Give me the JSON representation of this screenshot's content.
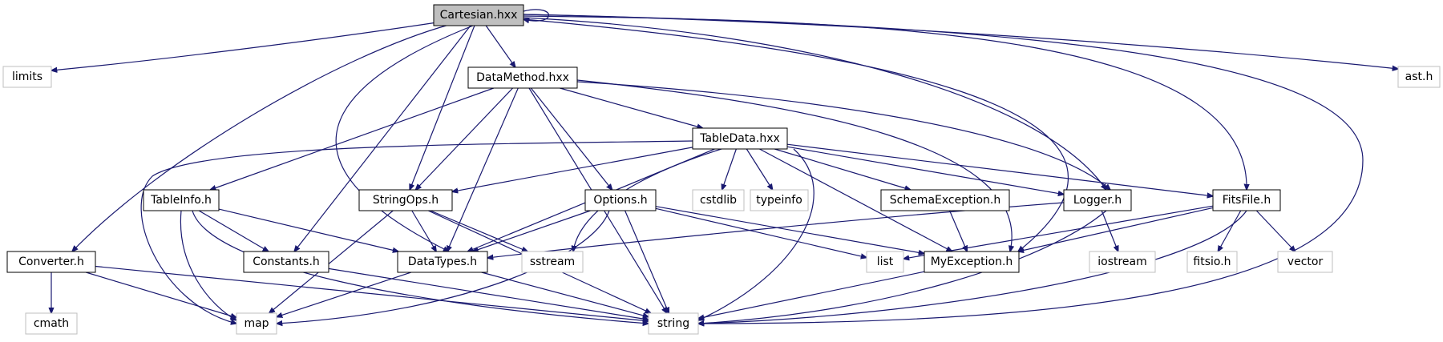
{
  "graph": {
    "root": "Cartesian.hxx",
    "colors": {
      "edge": "#191970",
      "root_fill": "#bfbfbf",
      "node_border": "#000000",
      "external_border": "#bfbfbf"
    },
    "nodes": [
      {
        "id": "cartesian",
        "label": "Cartesian.hxx",
        "kind": "root"
      },
      {
        "id": "limits",
        "label": "limits",
        "kind": "external"
      },
      {
        "id": "datamethod",
        "label": "DataMethod.hxx",
        "kind": "file"
      },
      {
        "id": "ast",
        "label": "ast.h",
        "kind": "external"
      },
      {
        "id": "tabledata",
        "label": "TableData.hxx",
        "kind": "file"
      },
      {
        "id": "tableinfo",
        "label": "TableInfo.h",
        "kind": "file"
      },
      {
        "id": "stringops",
        "label": "StringOps.h",
        "kind": "file"
      },
      {
        "id": "options",
        "label": "Options.h",
        "kind": "file"
      },
      {
        "id": "cstdlib",
        "label": "cstdlib",
        "kind": "external"
      },
      {
        "id": "typeinfo",
        "label": "typeinfo",
        "kind": "external"
      },
      {
        "id": "schemaexception",
        "label": "SchemaException.h",
        "kind": "file"
      },
      {
        "id": "logger",
        "label": "Logger.h",
        "kind": "file"
      },
      {
        "id": "fitsfile",
        "label": "FitsFile.h",
        "kind": "file"
      },
      {
        "id": "converter",
        "label": "Converter.h",
        "kind": "file"
      },
      {
        "id": "constants",
        "label": "Constants.h",
        "kind": "file"
      },
      {
        "id": "datatypes",
        "label": "DataTypes.h",
        "kind": "file"
      },
      {
        "id": "sstream",
        "label": "sstream",
        "kind": "external"
      },
      {
        "id": "list",
        "label": "list",
        "kind": "external"
      },
      {
        "id": "myexception",
        "label": "MyException.h",
        "kind": "file"
      },
      {
        "id": "iostream",
        "label": "iostream",
        "kind": "external"
      },
      {
        "id": "fitsio",
        "label": "fitsio.h",
        "kind": "external"
      },
      {
        "id": "vector",
        "label": "vector",
        "kind": "external"
      },
      {
        "id": "cmath",
        "label": "cmath",
        "kind": "external"
      },
      {
        "id": "map",
        "label": "map",
        "kind": "external"
      },
      {
        "id": "string",
        "label": "string",
        "kind": "external"
      }
    ],
    "edges": [
      {
        "from": "cartesian",
        "to": "cartesian"
      },
      {
        "from": "cartesian",
        "to": "limits"
      },
      {
        "from": "cartesian",
        "to": "datamethod"
      },
      {
        "from": "cartesian",
        "to": "ast"
      },
      {
        "from": "cartesian",
        "to": "converter"
      },
      {
        "from": "cartesian",
        "to": "datatypes"
      },
      {
        "from": "cartesian",
        "to": "constants"
      },
      {
        "from": "cartesian",
        "to": "stringops"
      },
      {
        "from": "cartesian",
        "to": "logger"
      },
      {
        "from": "cartesian",
        "to": "myexception"
      },
      {
        "from": "cartesian",
        "to": "fitsfile"
      },
      {
        "from": "cartesian",
        "to": "string"
      },
      {
        "from": "datamethod",
        "to": "tableinfo"
      },
      {
        "from": "datamethod",
        "to": "datatypes"
      },
      {
        "from": "datamethod",
        "to": "stringops"
      },
      {
        "from": "datamethod",
        "to": "options"
      },
      {
        "from": "datamethod",
        "to": "string"
      },
      {
        "from": "datamethod",
        "to": "tabledata"
      },
      {
        "from": "datamethod",
        "to": "logger"
      },
      {
        "from": "datamethod",
        "to": "myexception"
      },
      {
        "from": "tabledata",
        "to": "map"
      },
      {
        "from": "tabledata",
        "to": "stringops"
      },
      {
        "from": "tabledata",
        "to": "datatypes"
      },
      {
        "from": "tabledata",
        "to": "sstream"
      },
      {
        "from": "tabledata",
        "to": "cstdlib"
      },
      {
        "from": "tabledata",
        "to": "typeinfo"
      },
      {
        "from": "tabledata",
        "to": "string"
      },
      {
        "from": "tabledata",
        "to": "myexception"
      },
      {
        "from": "tabledata",
        "to": "schemaexception"
      },
      {
        "from": "tabledata",
        "to": "logger"
      },
      {
        "from": "tabledata",
        "to": "fitsfile"
      },
      {
        "from": "tableinfo",
        "to": "map"
      },
      {
        "from": "tableinfo",
        "to": "constants"
      },
      {
        "from": "tableinfo",
        "to": "string"
      },
      {
        "from": "tableinfo",
        "to": "datatypes"
      },
      {
        "from": "stringops",
        "to": "map"
      },
      {
        "from": "stringops",
        "to": "datatypes"
      },
      {
        "from": "stringops",
        "to": "sstream"
      },
      {
        "from": "stringops",
        "to": "string"
      },
      {
        "from": "options",
        "to": "datatypes"
      },
      {
        "from": "options",
        "to": "map"
      },
      {
        "from": "options",
        "to": "string"
      },
      {
        "from": "options",
        "to": "list"
      },
      {
        "from": "options",
        "to": "myexception"
      },
      {
        "from": "schemaexception",
        "to": "myexception"
      },
      {
        "from": "logger",
        "to": "datatypes"
      },
      {
        "from": "logger",
        "to": "iostream"
      },
      {
        "from": "logger",
        "to": "string"
      },
      {
        "from": "fitsfile",
        "to": "list"
      },
      {
        "from": "fitsfile",
        "to": "myexception"
      },
      {
        "from": "fitsfile",
        "to": "string"
      },
      {
        "from": "fitsfile",
        "to": "fitsio"
      },
      {
        "from": "fitsfile",
        "to": "vector"
      },
      {
        "from": "converter",
        "to": "cmath"
      },
      {
        "from": "converter",
        "to": "map"
      },
      {
        "from": "converter",
        "to": "string"
      },
      {
        "from": "constants",
        "to": "string"
      },
      {
        "from": "datatypes",
        "to": "map"
      },
      {
        "from": "datatypes",
        "to": "string"
      },
      {
        "from": "myexception",
        "to": "string"
      }
    ]
  }
}
